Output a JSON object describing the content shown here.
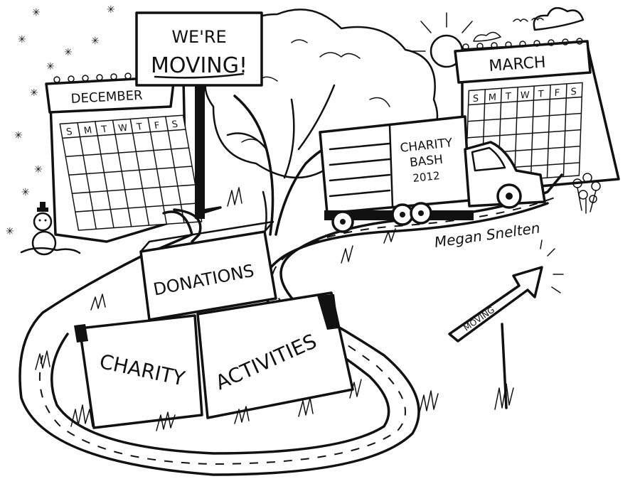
{
  "sign": {
    "line1": "WE'RE",
    "line2": "MOVING!"
  },
  "calendars": {
    "left": {
      "month": "DECEMBER",
      "days": [
        "S",
        "M",
        "T",
        "W",
        "T",
        "F",
        "S"
      ]
    },
    "right": {
      "month": "MARCH",
      "days": [
        "S",
        "M",
        "T",
        "W",
        "T",
        "F",
        "S"
      ]
    }
  },
  "truck": {
    "line1": "CHARITY",
    "line2": "BASH",
    "line3": "2012"
  },
  "boxes": {
    "top": "DONATIONS",
    "left": "CHARITY",
    "right": "ACTIVITIES"
  },
  "arrow_sign": {
    "label": "MOVING"
  },
  "signature": "Megan Snelten"
}
